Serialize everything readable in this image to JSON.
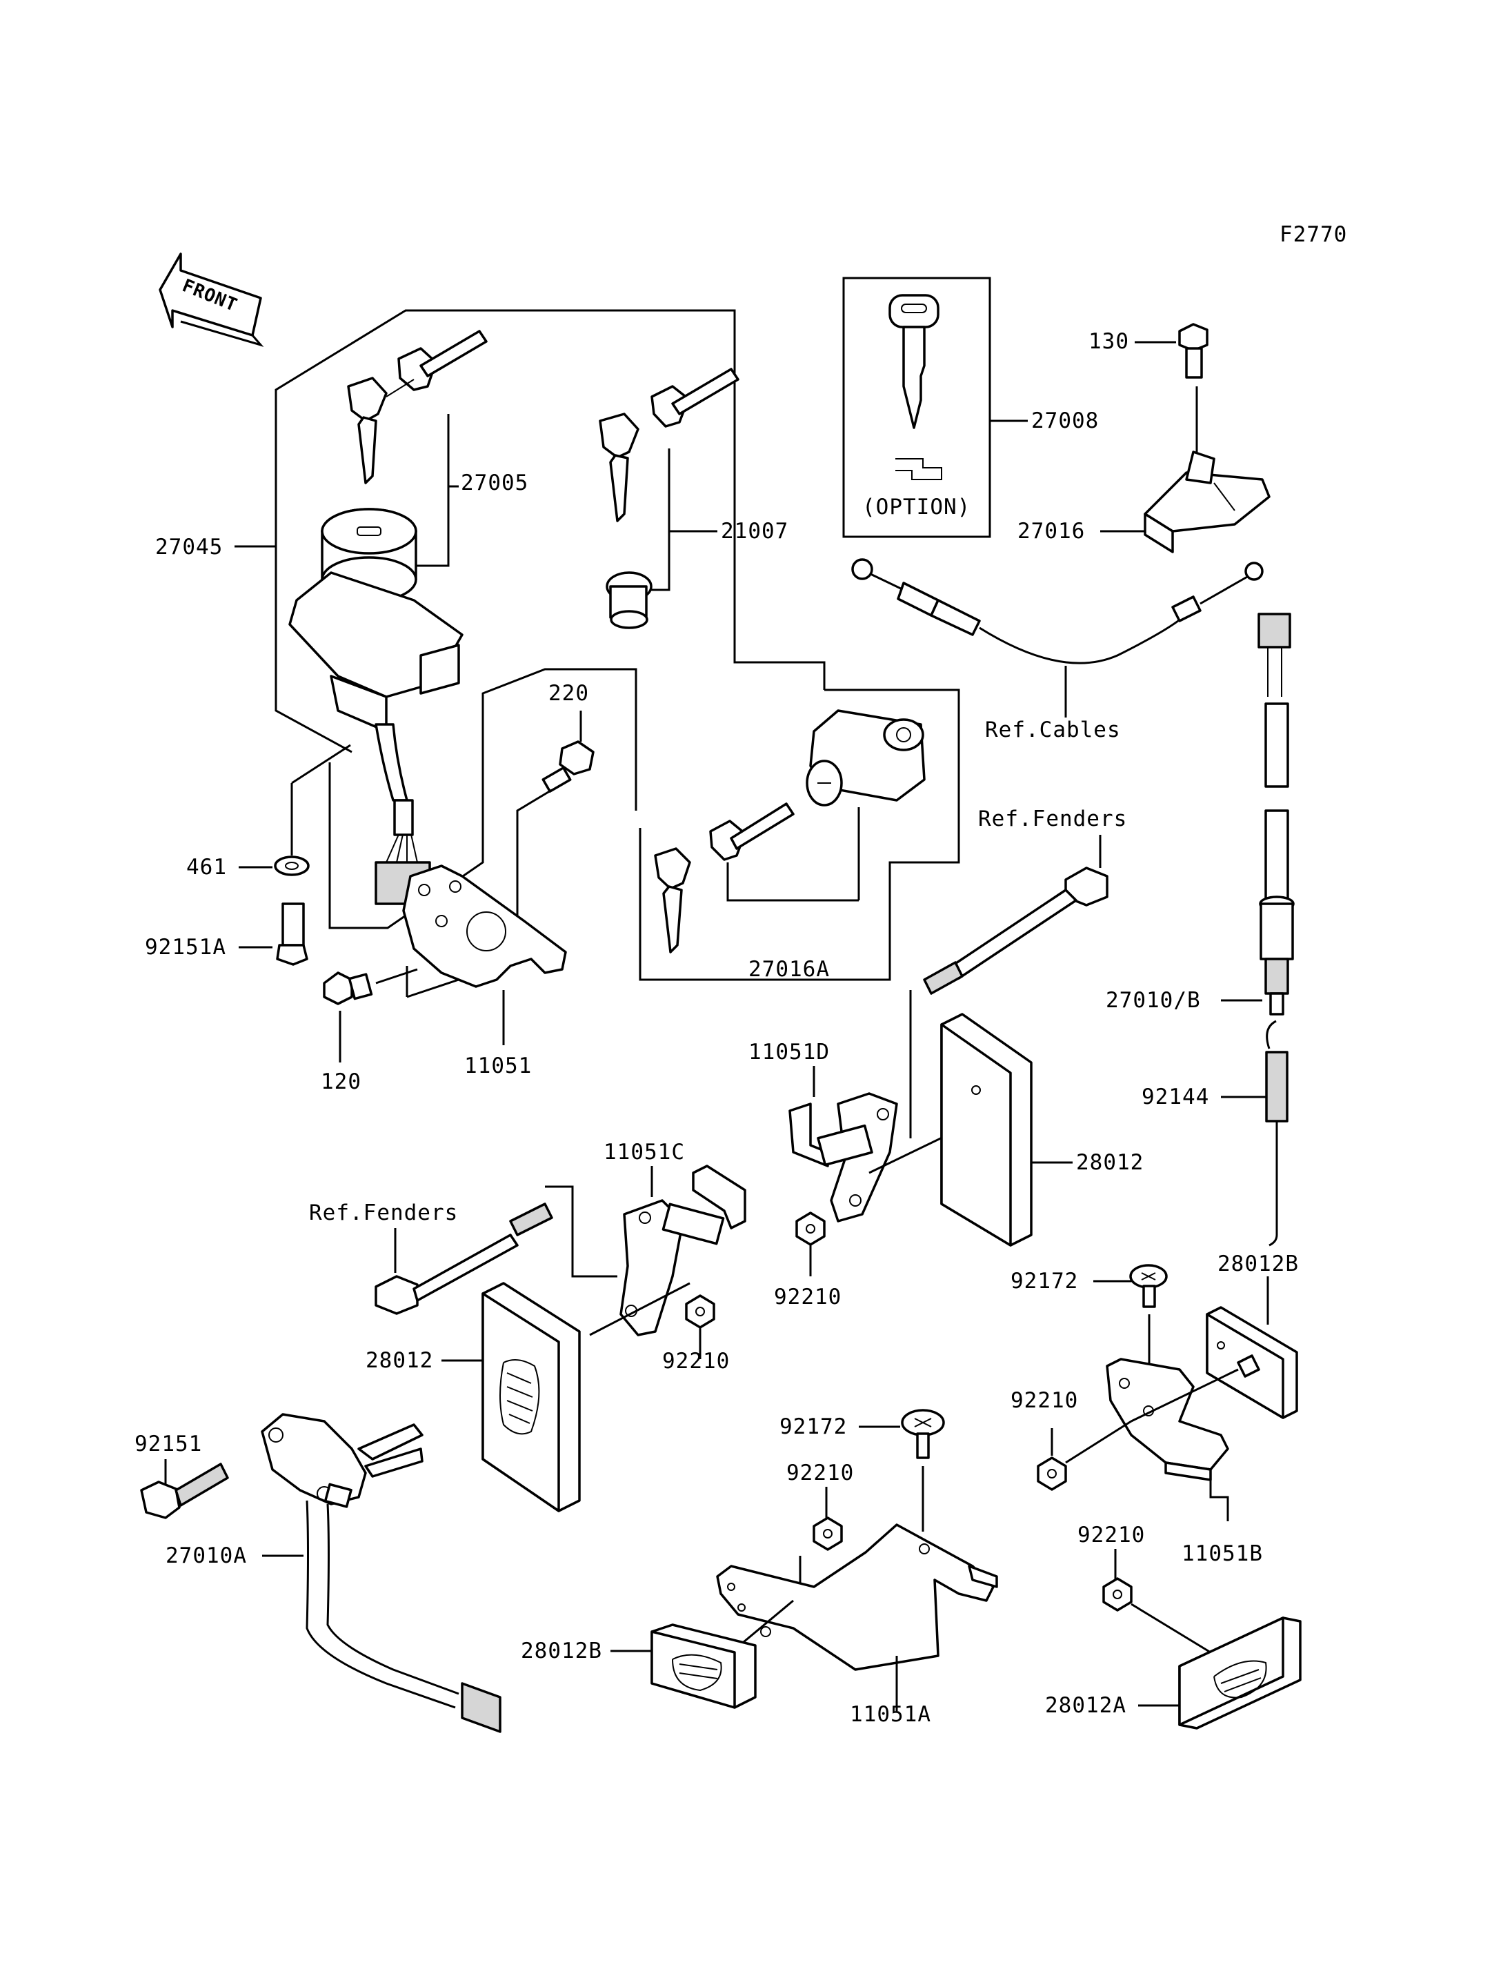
{
  "figure_code": "F2770",
  "front_arrow": "FRONT",
  "option_label": "(OPTION)",
  "parts": {
    "p27045": "27045",
    "p27005": "27005",
    "p21007": "21007",
    "p27008": "27008",
    "p130": "130",
    "p27016": "27016",
    "p220": "220",
    "p461": "461",
    "p92151A": "92151A",
    "p120": "120",
    "p11051": "11051",
    "p27016A": "27016A",
    "ref_cables": "Ref.Cables",
    "ref_fenders_1": "Ref.Fenders",
    "p27010B": "27010/B",
    "p11051D": "11051D",
    "p92144": "92144",
    "p28012_r": "28012",
    "p11051C": "11051C",
    "ref_fenders_2": "Ref.Fenders",
    "p92210_a": "92210",
    "p92172_r": "92172",
    "p28012B_r": "28012B",
    "p28012_l": "28012",
    "p92210_b": "92210",
    "p92210_c": "92210",
    "p92151": "92151",
    "p92172_m": "92172",
    "p92210_d": "92210",
    "p11051B": "11051B",
    "p27010A": "27010A",
    "p92210_e": "92210",
    "p28012B_l": "28012B",
    "p11051A": "11051A",
    "p28012A": "28012A"
  }
}
